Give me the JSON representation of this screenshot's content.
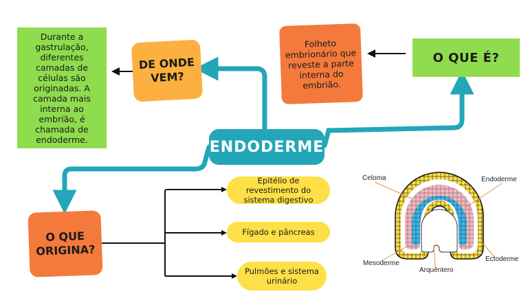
{
  "center": {
    "title": "ENDODERME"
  },
  "what": {
    "question": "O QUE É?",
    "answer": "Folheto embrionário que reveste a parte interna do embrião."
  },
  "where_from": {
    "question": "DE ONDE VEM?",
    "answer": "Durante a gastrulação, diferentes camadas de células são originadas. A camada mais interna ao embrião, é chamada de endoderme."
  },
  "originates": {
    "question": "O QUE ORIGINA?",
    "items": [
      "Epitélio de revestimento do sistema digestivo",
      "Fígado e pâncreas",
      "Pulmões e sistema urinário"
    ]
  },
  "diagram": {
    "labels": {
      "celoma": "Celoma",
      "endoderme": "Endoderme",
      "mesoderme": "Mesoderme",
      "arquentero": "Arquêntero",
      "ectoderme": "Ectoderme"
    }
  },
  "colors": {
    "teal": "#23a6b8",
    "green": "#8fdc4e",
    "orange": "#f47a3c",
    "amber": "#fbb040",
    "yellow": "#fde047",
    "pink": "#f4b6c2",
    "blue": "#38b6e8"
  }
}
